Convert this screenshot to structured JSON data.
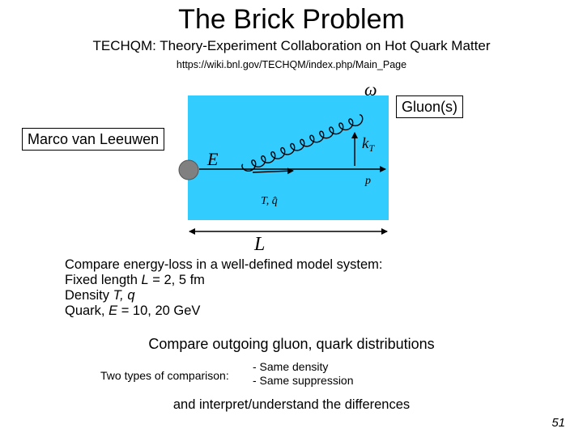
{
  "slide": {
    "title": "The Brick Problem",
    "subtitle": "TECHQM: Theory-Experiment Collaboration on Hot Quark Matter",
    "url": "https://wiki.bnl.gov/TECHQM/index.php/Main_Page",
    "page_number": "51"
  },
  "diagram": {
    "medium_color": "#33ccff",
    "quark_color": "#808080",
    "labels": {
      "omega": "ω",
      "energy": "E",
      "kt": "k",
      "kt_sub": "T",
      "momentum": "p",
      "medium_params": "T, q̂",
      "length": "L"
    },
    "gluon_box": "Gluon(s)",
    "author_box": "Marco van Leeuwen"
  },
  "compare": {
    "intro": "Compare energy-loss in a well-defined model system:",
    "length_prefix": "Fixed length ",
    "length_var": "L",
    "length_value": " = 2, 5 fm",
    "density_prefix": "Density ",
    "density_vars": "T, q",
    "quark_prefix": "Quark, ",
    "quark_var": "E",
    "quark_value": " = 10, 20 GeV"
  },
  "outgoing": "Compare outgoing gluon, quark distributions",
  "comparison": {
    "label": "Two types of comparison:",
    "items": [
      "- Same density",
      "- Same suppression"
    ]
  },
  "interpret": "and interpret/understand the differences"
}
